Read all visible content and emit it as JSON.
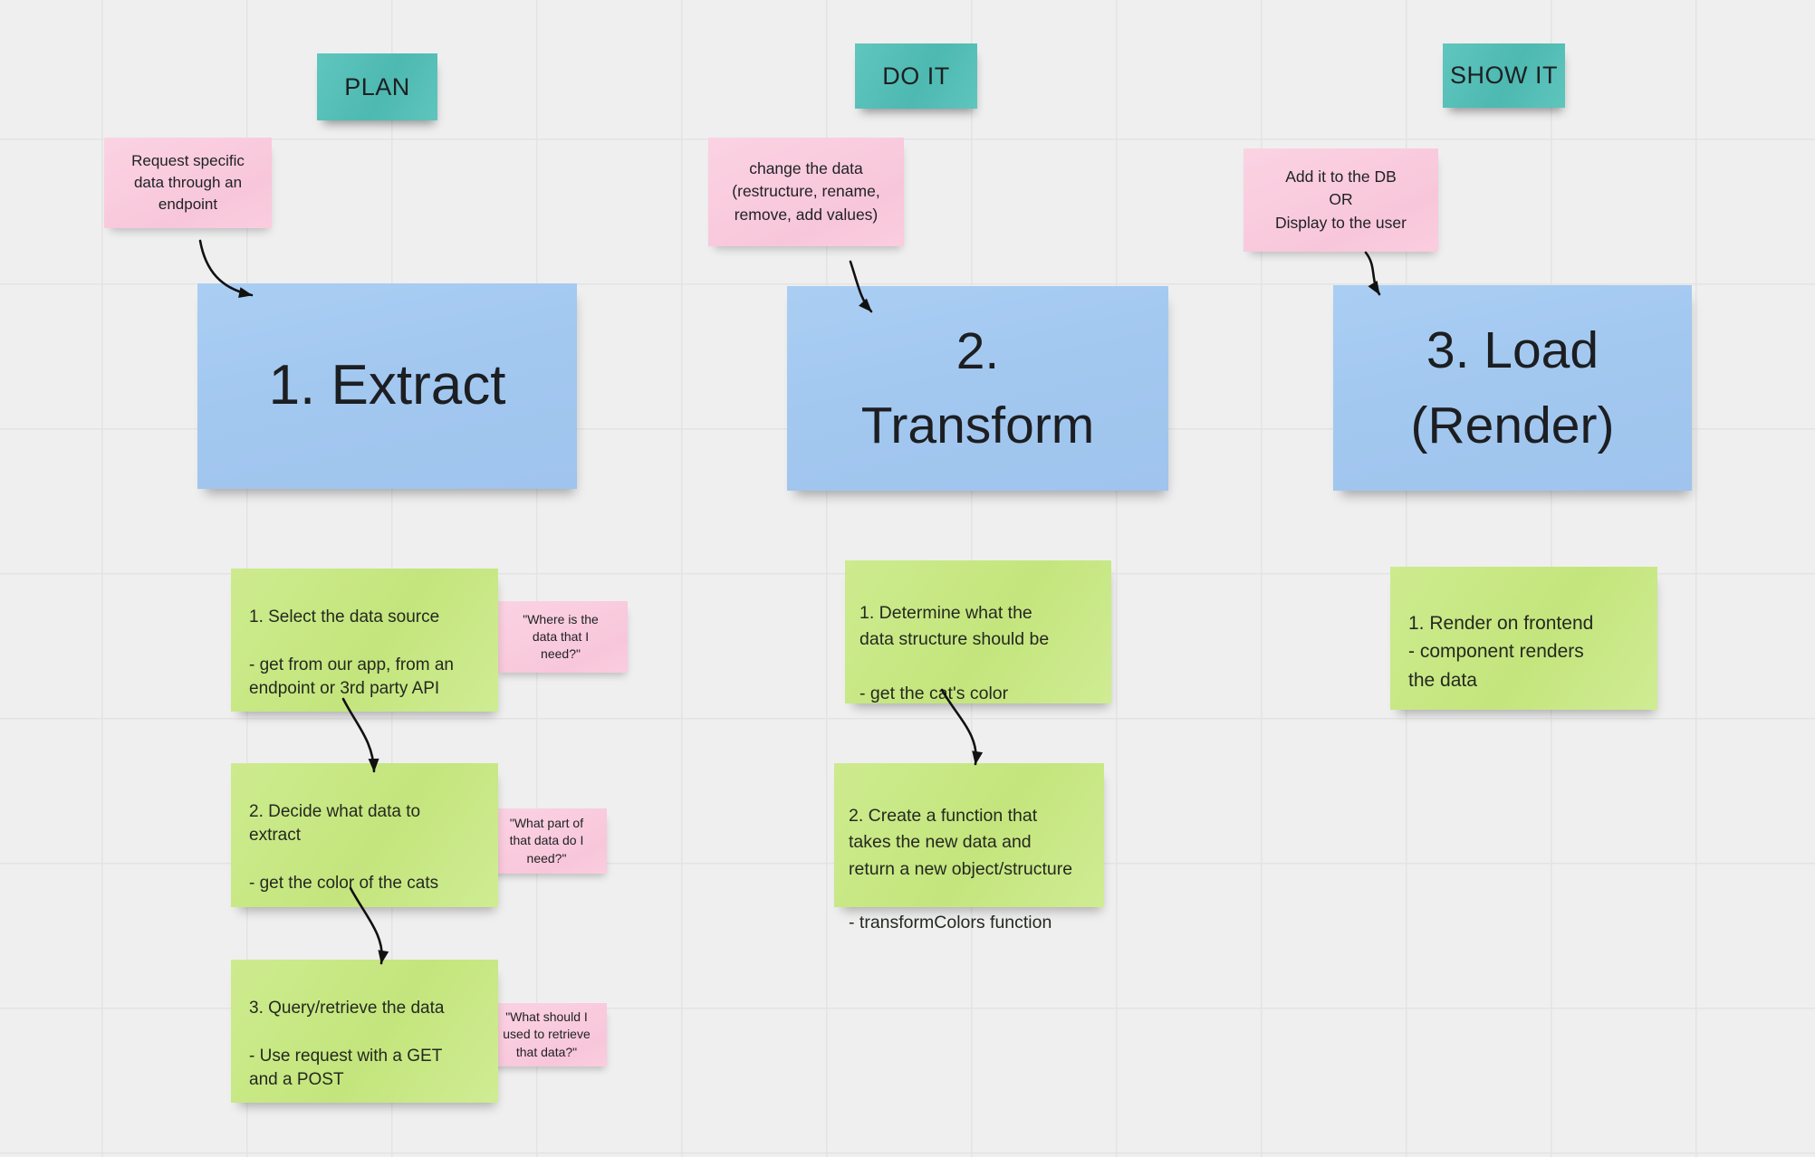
{
  "board": {
    "background_color": "#efefef",
    "grid_color": "#e3e3e3",
    "note_colors": {
      "teal": "#52bfb7",
      "pink": "#f9c9dc",
      "blue": "#a4c9f0",
      "green": "#c8e884",
      "arrow": "#111111"
    }
  },
  "headers": [
    {
      "label": "PLAN"
    },
    {
      "label": "DO IT"
    },
    {
      "label": "SHOW IT"
    }
  ],
  "hints": [
    {
      "text": "Request specific\ndata through an\nendpoint"
    },
    {
      "text": "change the data\n(restructure, rename,\nremove, add values)"
    },
    {
      "text": "Add it to the DB\nOR\nDisplay to the user"
    }
  ],
  "stages": [
    {
      "text": "1. Extract"
    },
    {
      "text": "2.\nTransform"
    },
    {
      "text": "3. Load\n(Render)"
    }
  ],
  "steps": [
    {
      "text": "1. Select the data source\n\n- get from our app, from an\nendpoint or 3rd party API"
    },
    {
      "text": "2. Decide what data to\nextract\n\n- get the color of the cats"
    },
    {
      "text": "3. Query/retrieve the data\n\n- Use request with a GET\nand a POST"
    },
    {
      "text": "1. Determine what the\ndata structure should be\n\n- get the cat's color"
    },
    {
      "text": "2. Create a function that\ntakes the new data  and\nreturn a new object/structure\n\n- transformColors function"
    },
    {
      "text": "1. Render on frontend\n- component renders\nthe data"
    }
  ],
  "questions": [
    {
      "text": "\"Where is the\ndata that I\nneed?\""
    },
    {
      "text": "\"What part of\nthat data do I\nneed?\""
    },
    {
      "text": "\"What should I\nused to retrieve\nthat data?\""
    }
  ]
}
